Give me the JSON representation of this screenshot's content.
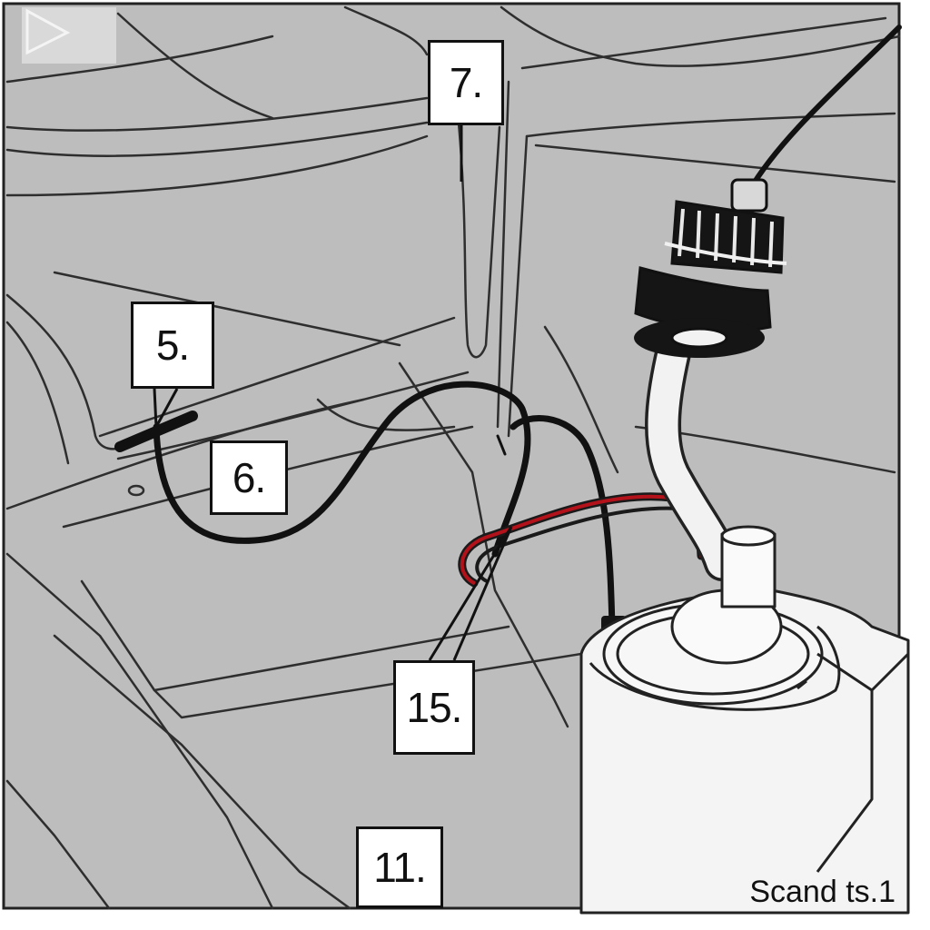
{
  "colors": {
    "background": "#bdbdbd",
    "panel_light": "#c6c6c6",
    "panel_dark": "#b3b3b3",
    "outline": "#2a2a2a",
    "wire_red": "#b3121b",
    "hose_white": "#f2f2f2",
    "cap_black": "#151515"
  },
  "callouts": {
    "c7": "7.",
    "c5": "5.",
    "c6": "6.",
    "c15": "15.",
    "c11": "11."
  },
  "caption": "Scand ts.1",
  "icons": {
    "corner_mark": "play-triangle-icon"
  }
}
